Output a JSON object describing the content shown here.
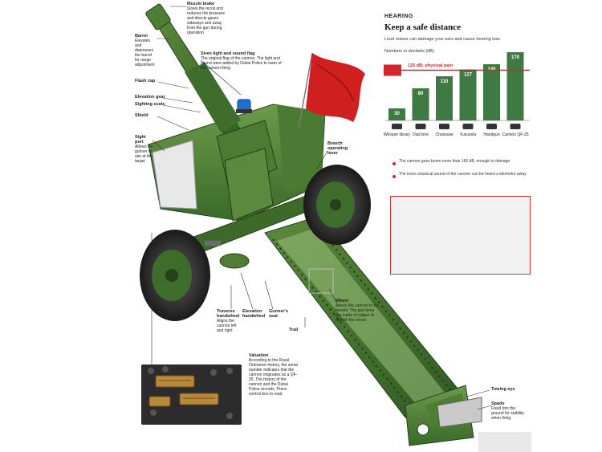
{
  "hearing": {
    "kicker": "HEARING",
    "title": "Keep a safe distance",
    "subtitle": "Loud noises can damage your ears and cause hearing loss",
    "unit_label": "Numbers in decibels (dB)",
    "pain_label": "125 dB: physical pain",
    "pain_threshold": 125,
    "bars": [
      {
        "label": "Whisper library",
        "value": 30
      },
      {
        "label": "Dial tone",
        "value": 80
      },
      {
        "label": "Chainsaw",
        "value": 110
      },
      {
        "label": "Vuvuzela",
        "value": 127
      },
      {
        "label": "Handgun",
        "value": 140
      },
      {
        "label": "Cannon QF-25",
        "value": 170
      }
    ],
    "notes": [
      "The cannon goes boom more than 160 dB, enough to damage",
      "The ironic-classical sound of the cannon can be heard a kilometre away"
    ],
    "accent_color": "#d0262c",
    "bar_color": "#3f7a42"
  },
  "callouts": {
    "muzzle_brake": {
      "title": "Muzzle brake",
      "text": "Slows the recoil and reduces the pressure and directs gases sideways and away from the gun during operation"
    },
    "barrel": {
      "title": "Barrel",
      "text": "Elevates and depresses the barrel for range adjustment"
    },
    "flash_cap": {
      "title": "Flash cap"
    },
    "elevation_gear": {
      "title": "Elevation gear"
    },
    "sighting_scale": {
      "title": "Sighting scale"
    },
    "shield": {
      "title": "Shield"
    },
    "sight_port": {
      "title": "Sight port",
      "text": "Allows the gunner to aim at the target"
    },
    "siren_light": {
      "title": "Siren light and sound flag",
      "text": "The original flag of the cannon. The light and sound were added by Dubai Police to warn of the cannon firing"
    },
    "breech": {
      "title": "Breech operating lever"
    },
    "traverse": {
      "title": "Traverse handwheel",
      "text": "Aligns the cannon left and right"
    },
    "elevation_hw": {
      "title": "Elevation handwheel"
    },
    "gunner_seat": {
      "title": "Gunner's seat"
    },
    "wheel": {
      "title": "Wheel",
      "text": "Allows the cannon to be moved. The gun tyres are made of rubber to absorb the shock"
    },
    "trail": {
      "title": "Trail"
    },
    "towing_eye": {
      "title": "Towing eye"
    },
    "spade": {
      "title": "Spade",
      "text": "Fixed into the ground for stability when firing"
    },
    "plates": {
      "title": "Valuation",
      "text": "According to the Royal Ordnance history, the serial number indicates that the cannon originates as a QF-25. The history of the cannon and the Dubai Police records. Press control box to read"
    }
  },
  "icons": [
    "library-icon",
    "phone-icon",
    "chainsaw-icon",
    "vuvuzela-icon",
    "handgun-icon",
    "cannon-icon",
    "ear-icon"
  ]
}
